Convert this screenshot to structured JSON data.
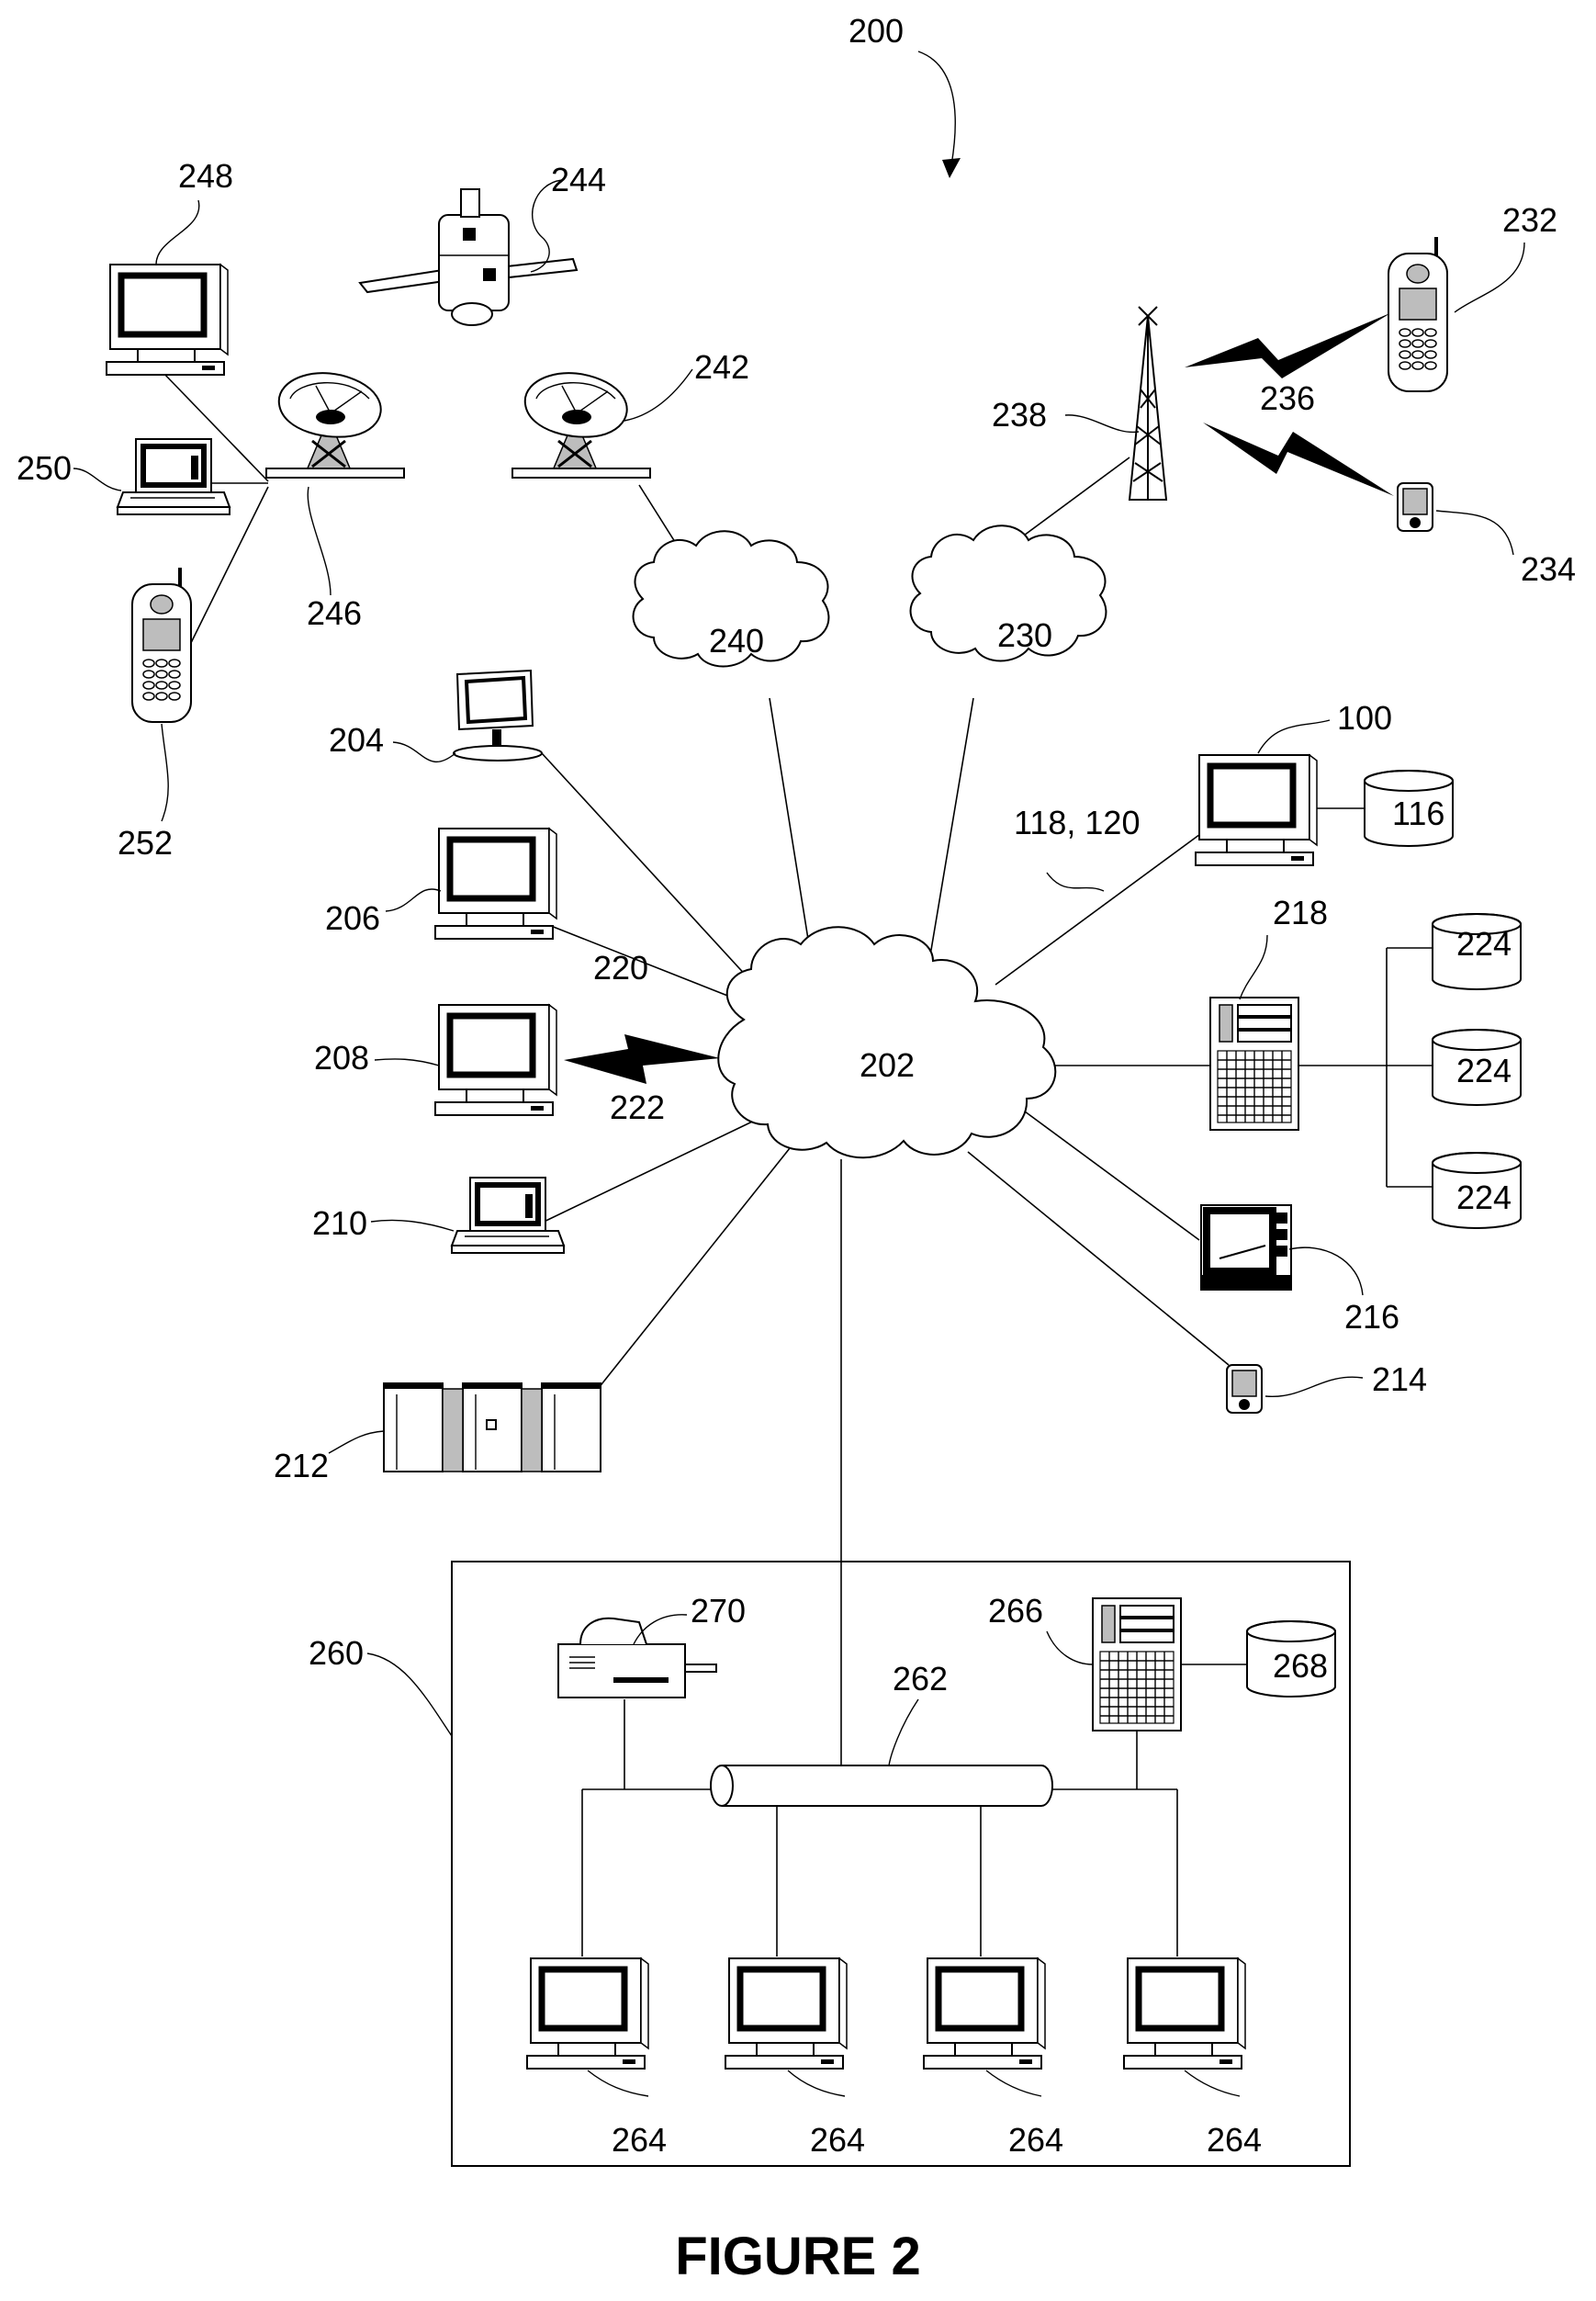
{
  "figure": {
    "title": "FIGURE 2",
    "system_ref": "200"
  },
  "network": {
    "central": "202",
    "cloud_satellite": "240",
    "cloud_cellular": "230"
  },
  "devices": {
    "computer_100": "100",
    "database_116": "116",
    "connection_118_120": "118, 120",
    "flat_panel_204": "204",
    "desktop_206": "206",
    "desktop_208": "208",
    "laptop_210": "210",
    "mainframe_212": "212",
    "pda_214": "214",
    "tablet_216": "216",
    "server_218": "218",
    "wired_link_220": "220",
    "wireless_link_222": "222",
    "storage_224": "224",
    "cell_phone_232": "232",
    "pda_234": "234",
    "wireless_236": "236",
    "tower_238": "238",
    "dish_242": "242",
    "satellite_244": "244",
    "dish_246": "246",
    "desktop_248": "248",
    "laptop_250": "250",
    "cell_phone_252": "252"
  },
  "lan": {
    "enclosure": "260",
    "bus": "262",
    "workstation": "264",
    "server": "266",
    "database": "268",
    "printer": "270"
  }
}
